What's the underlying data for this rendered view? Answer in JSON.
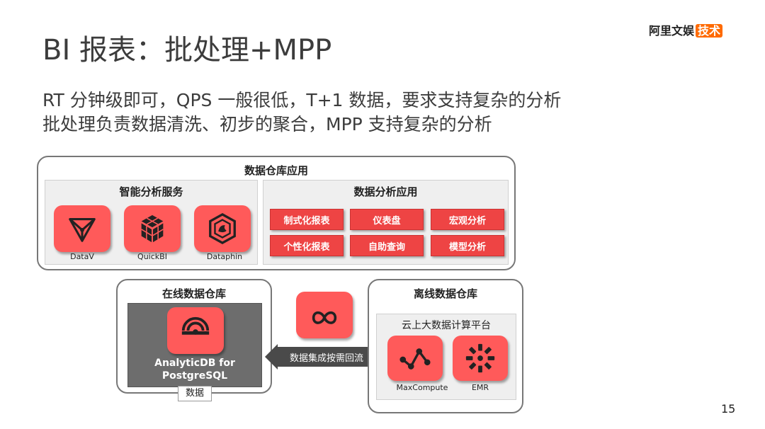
{
  "slide": {
    "title": "BI 报表：批处理+MPP",
    "subtitle_lines": [
      "RT 分钟级即可，QPS 一般很低，T+1 数据，要求支持复杂的分析",
      "批处理负责数据清洗、初步的聚合，MPP 支持复杂的分析"
    ],
    "logo_text": "阿里文娱",
    "logo_highlight": "技术",
    "page_number": "15"
  },
  "diagram": {
    "warehouse_app": {
      "title": "数据仓库应用",
      "smart_analysis": {
        "title": "智能分析服务",
        "products": [
          {
            "label": "DataV",
            "icon": "datav-icon"
          },
          {
            "label": "QuickBI",
            "icon": "quickbi-icon"
          },
          {
            "label": "Dataphin",
            "icon": "dataphin-icon"
          }
        ]
      },
      "data_analysis": {
        "title": "数据分析应用",
        "buttons": [
          "制式化报表",
          "仪表盘",
          "宏观分析",
          "个性化报表",
          "自助查询",
          "模型分析"
        ]
      }
    },
    "online_dw": {
      "title": "在线数据仓库",
      "product_line1": "AnalyticDB for",
      "product_line2": "PostgreSQL",
      "footer_tag": "数据"
    },
    "integration": {
      "icon": "data-integration-icon",
      "arrow_label": "数据集成按需回流"
    },
    "offline_dw": {
      "title": "离线数据仓库",
      "platform_title": "云上大数据计算平台",
      "products": [
        {
          "label": "MaxCompute",
          "icon": "maxcompute-icon"
        },
        {
          "label": "EMR",
          "icon": "emr-icon"
        }
      ]
    },
    "colors": {
      "tile_red": "#ff5a5a",
      "button_red": "#ee4444",
      "logo_orange": "#ff6a00"
    }
  }
}
